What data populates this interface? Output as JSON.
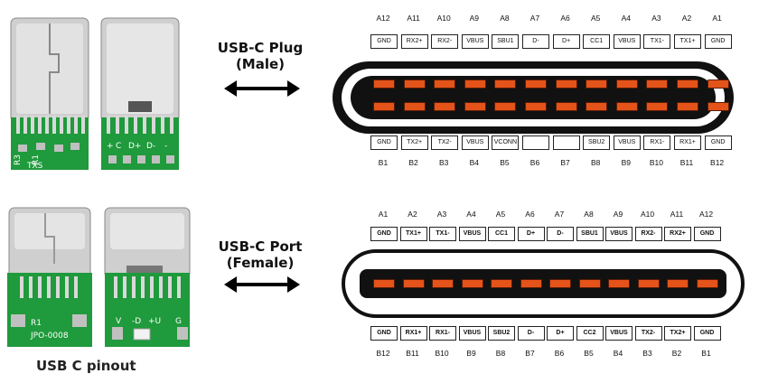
{
  "plug": {
    "title_line1": "USB-C Plug",
    "title_line2": "(Male)",
    "top_numbers": [
      "A12",
      "A11",
      "A10",
      "A9",
      "A8",
      "A7",
      "A6",
      "A5",
      "A4",
      "A3",
      "A2",
      "A1"
    ],
    "top_pins": [
      "GND",
      "RX2+",
      "RX2-",
      "VBUS",
      "SBU1",
      "D-",
      "D+",
      "CC1",
      "VBUS",
      "TX1-",
      "TX1+",
      "GND"
    ],
    "bottom_pins": [
      "GND",
      "TX2+",
      "TX2-",
      "VBUS",
      "VCONN",
      "",
      "",
      "SBU2",
      "VBUS",
      "RX1-",
      "RX1+",
      "GND"
    ],
    "bottom_numbers": [
      "B1",
      "B2",
      "B3",
      "B4",
      "B5",
      "B6",
      "B7",
      "B8",
      "B9",
      "B10",
      "B11",
      "B12"
    ],
    "board_left_labels": [
      "R3",
      "R1",
      "TXS"
    ],
    "board_right_labels": [
      "+",
      "C",
      "D+",
      "D-",
      "-"
    ]
  },
  "port": {
    "title_line1": "USB-C Port",
    "title_line2": "(Female)",
    "top_numbers": [
      "A1",
      "A2",
      "A3",
      "A4",
      "A5",
      "A6",
      "A7",
      "A8",
      "A9",
      "A10",
      "A11",
      "A12"
    ],
    "top_pins": [
      "GND",
      "TX1+",
      "TX1-",
      "VBUS",
      "CC1",
      "D+",
      "D-",
      "SBU1",
      "VBUS",
      "RX2-",
      "RX2+",
      "GND"
    ],
    "bottom_pins": [
      "GND",
      "RX1+",
      "RX1-",
      "VBUS",
      "SBU2",
      "D-",
      "D+",
      "CC2",
      "VBUS",
      "TX2-",
      "TX2+",
      "GND"
    ],
    "bottom_numbers": [
      "B12",
      "B11",
      "B10",
      "B9",
      "B8",
      "B7",
      "B6",
      "B5",
      "B4",
      "B3",
      "B2",
      "B1"
    ],
    "board_left_label": "JPO-0008",
    "board_r_label": "R1",
    "board_right_labels": [
      "V",
      "-D",
      "+U",
      "G"
    ]
  },
  "caption": "USB C pinout",
  "colors": {
    "pad": "#e4531a",
    "pcb": "#1f9a3c",
    "metal": "#c9c9c9"
  }
}
